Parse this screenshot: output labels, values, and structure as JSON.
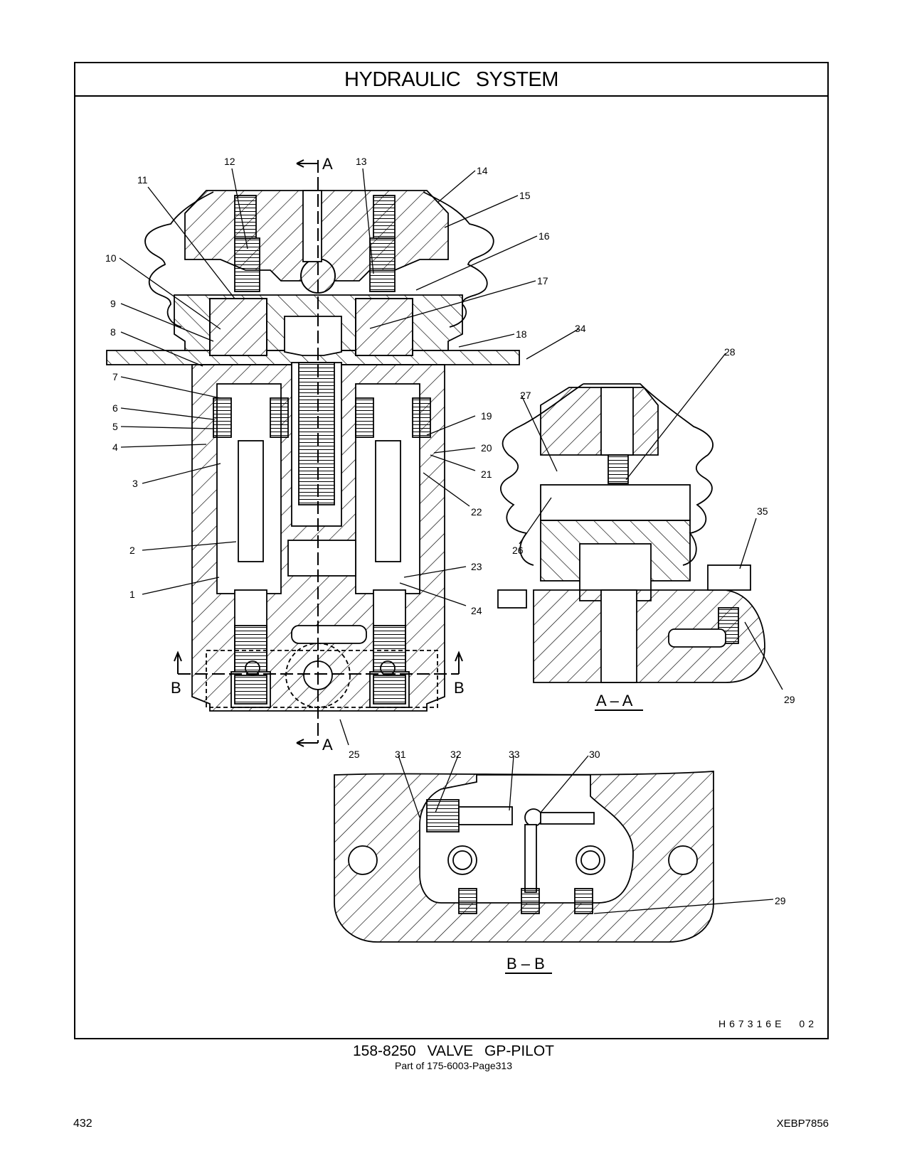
{
  "header": {
    "title": "HYDRAULIC   SYSTEM"
  },
  "figure_ref": {
    "code": "H67316E",
    "rev": "02"
  },
  "caption": {
    "part": "158-8250   VALVE   GP-PILOT",
    "sub": "Part of 175-6003-Page313"
  },
  "footer": {
    "page_number": "432",
    "doc_id": "XEBP7856"
  },
  "section_labels": {
    "cut_a": "A",
    "cut_b": "B",
    "view_aa": "A – A",
    "view_bb": "B – B"
  },
  "callouts": [
    "1",
    "2",
    "3",
    "4",
    "5",
    "6",
    "7",
    "8",
    "9",
    "10",
    "11",
    "12",
    "13",
    "14",
    "15",
    "16",
    "17",
    "18",
    "19",
    "20",
    "21",
    "22",
    "23",
    "24",
    "25",
    "26",
    "27",
    "28",
    "29",
    "30",
    "31",
    "32",
    "33",
    "34",
    "35"
  ]
}
